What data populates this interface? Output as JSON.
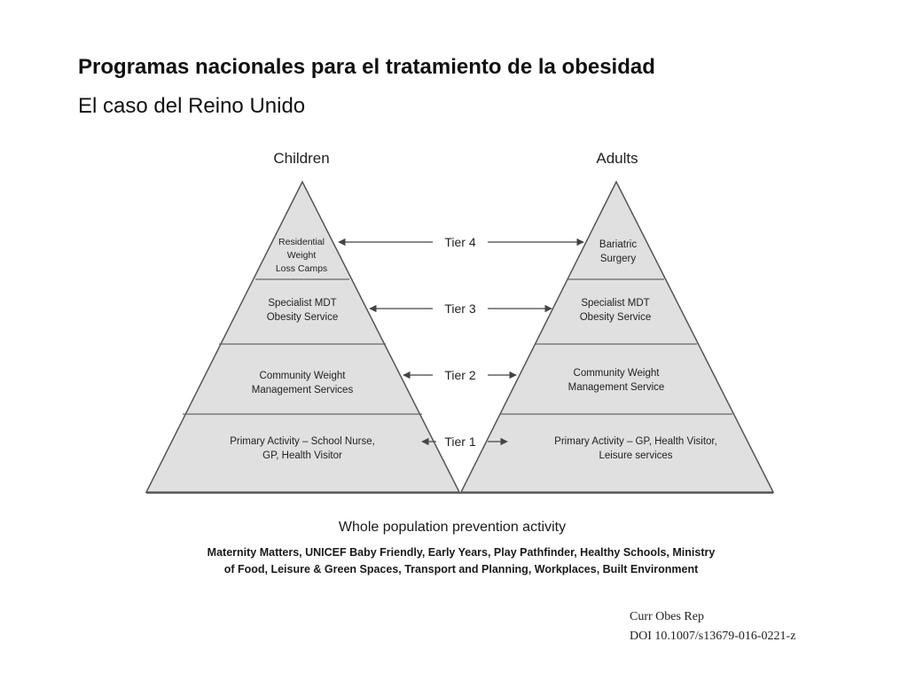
{
  "title": "Programas nacionales para el tratamiento de la obesidad",
  "subtitle": "El caso del Reino Unido",
  "diagram": {
    "children": {
      "heading": "Children",
      "tiers": [
        {
          "tier": 4,
          "lines": [
            "Residential",
            "Weight",
            "Loss Camps"
          ]
        },
        {
          "tier": 3,
          "lines": [
            "Specialist MDT",
            "Obesity Service"
          ]
        },
        {
          "tier": 2,
          "lines": [
            "Community Weight",
            "Management Services"
          ]
        },
        {
          "tier": 1,
          "lines": [
            "Primary Activity – School Nurse,",
            "GP, Health Visitor"
          ]
        }
      ]
    },
    "adults": {
      "heading": "Adults",
      "tiers": [
        {
          "tier": 4,
          "lines": [
            "Bariatric",
            "Surgery"
          ]
        },
        {
          "tier": 3,
          "lines": [
            "Specialist MDT",
            "Obesity Service"
          ]
        },
        {
          "tier": 2,
          "lines": [
            "Community Weight",
            "Management Service"
          ]
        },
        {
          "tier": 1,
          "lines": [
            "Primary Activity – GP, Health Visitor,",
            "Leisure services"
          ]
        }
      ]
    },
    "tier_labels": [
      "Tier 4",
      "Tier 3",
      "Tier 2",
      "Tier 1"
    ],
    "prevention": {
      "title": "Whole population prevention activity",
      "lines": [
        "Maternity Matters, UNICEF Baby Friendly, Early Years, Play Pathfinder, Healthy Schools, Ministry",
        "of Food, Leisure & Green Spaces, Transport and Planning, Workplaces, Built Environment"
      ]
    },
    "colors": {
      "pyramid_fill": "#e0e0e0",
      "outline": "#555555",
      "arrow": "#444444"
    }
  },
  "citation": {
    "journal": "Curr Obes Rep",
    "doi": "DOI 10.1007/s13679-016-0221-z"
  }
}
